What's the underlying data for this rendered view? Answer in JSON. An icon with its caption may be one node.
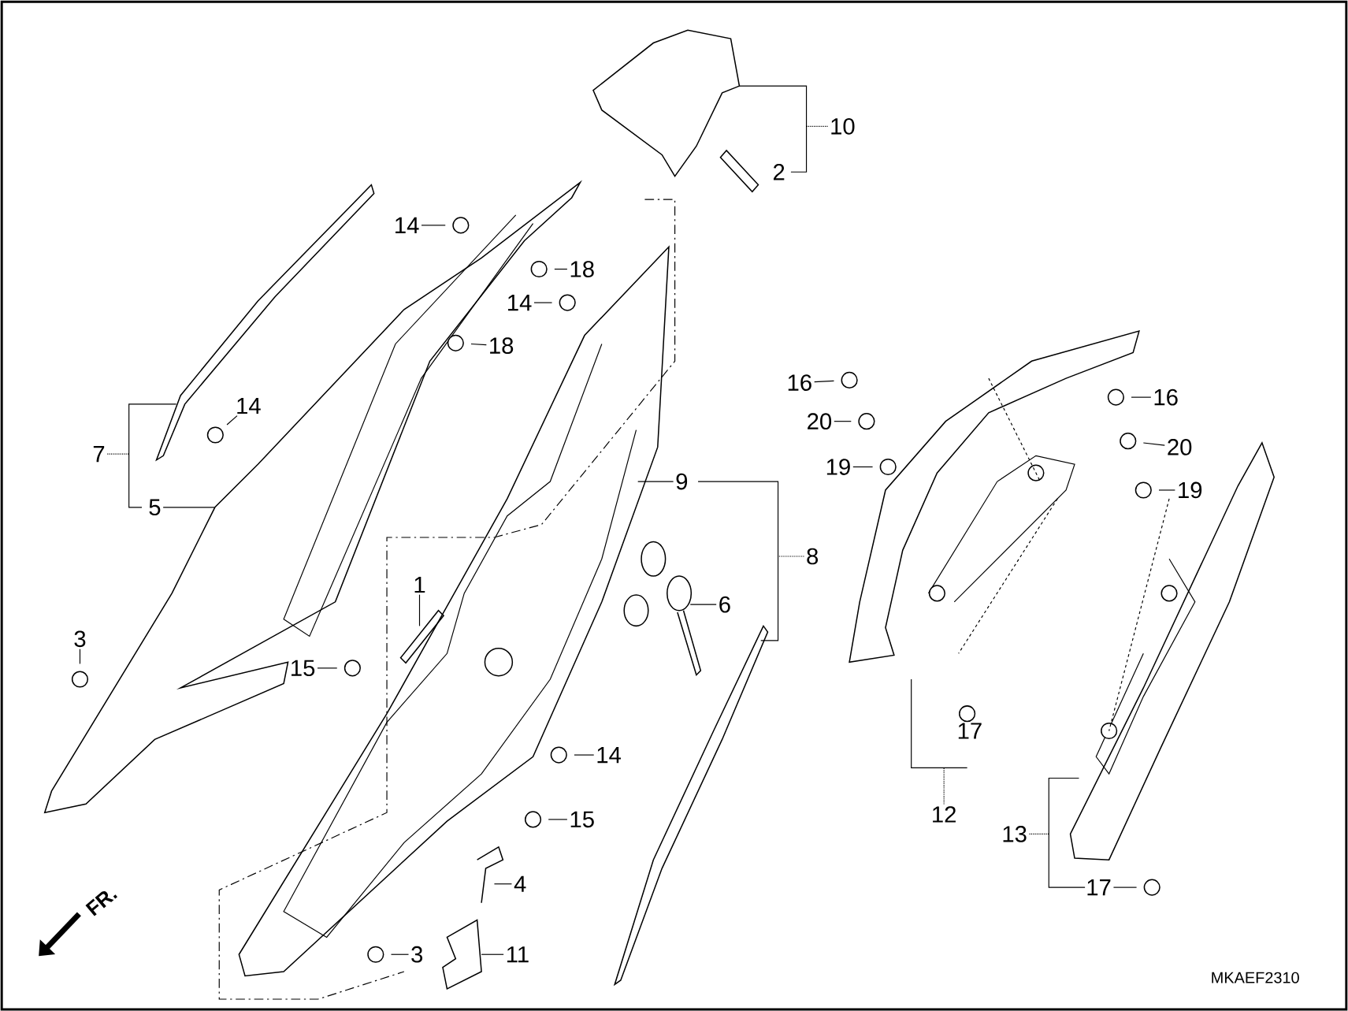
{
  "diagram": {
    "nodes": [
      {
        "text": [
          "10"
        ]
      },
      {
        "text": [
          "2"
        ]
      },
      {
        "text": [
          "14"
        ]
      },
      {
        "text": [
          "18"
        ]
      },
      {
        "text": [
          "14"
        ]
      },
      {
        "text": [
          "18"
        ]
      },
      {
        "text": [
          "16"
        ]
      },
      {
        "text": [
          "16"
        ]
      },
      {
        "text": [
          "14"
        ]
      },
      {
        "text": [
          "20"
        ]
      },
      {
        "text": [
          "20"
        ]
      },
      {
        "text": [
          "7"
        ]
      },
      {
        "text": [
          "19"
        ]
      },
      {
        "text": [
          "9"
        ]
      },
      {
        "text": [
          "19"
        ]
      },
      {
        "text": [
          "5"
        ]
      },
      {
        "text": [
          "8"
        ]
      },
      {
        "text": [
          "1"
        ]
      },
      {
        "text": [
          "6"
        ]
      },
      {
        "text": [
          "3"
        ]
      },
      {
        "text": [
          "15"
        ]
      },
      {
        "text": [
          "17"
        ]
      },
      {
        "text": [
          "14"
        ]
      },
      {
        "text": [
          "12"
        ]
      },
      {
        "text": [
          "15"
        ]
      },
      {
        "text": [
          "13"
        ]
      },
      {
        "text": [
          "4"
        ]
      },
      {
        "text": [
          "17"
        ]
      },
      {
        "text": [
          "3"
        ]
      },
      {
        "text": [
          "11"
        ]
      }
    ],
    "edges": [
      {
        "from": 2,
        "to": null,
        "arrow": "none"
      },
      {
        "from": 3,
        "to": null,
        "arrow": "none"
      },
      {
        "from": 4,
        "to": null,
        "arrow": "none"
      },
      {
        "from": 5,
        "to": null,
        "arrow": "none"
      },
      {
        "from": 6,
        "to": null,
        "arrow": "none"
      },
      {
        "from": 7,
        "to": null,
        "arrow": "none"
      },
      {
        "from": 8,
        "to": null,
        "arrow": "none"
      },
      {
        "from": 9,
        "to": null,
        "arrow": "none"
      },
      {
        "from": 10,
        "to": null,
        "arrow": "none"
      },
      {
        "from": 12,
        "to": null,
        "arrow": "none"
      },
      {
        "from": 13,
        "to": null,
        "arrow": "none"
      },
      {
        "from": 14,
        "to": null,
        "arrow": "none"
      },
      {
        "from": 15,
        "to": null,
        "arrow": "none"
      },
      {
        "from": 17,
        "to": null,
        "arrow": "none"
      },
      {
        "from": 18,
        "to": null,
        "arrow": "none"
      },
      {
        "from": 19,
        "to": null,
        "arrow": "none"
      },
      {
        "from": 20,
        "to": null,
        "arrow": "none"
      },
      {
        "from": 22,
        "to": null,
        "arrow": "none"
      },
      {
        "from": 24,
        "to": null,
        "arrow": "none"
      },
      {
        "from": 26,
        "to": null,
        "arrow": "none"
      },
      {
        "from": 27,
        "to": null,
        "arrow": "none"
      },
      {
        "from": 28,
        "to": null,
        "arrow": "none"
      },
      {
        "from": 29,
        "to": null,
        "arrow": "none"
      }
    ],
    "labels": [
      "FR.",
      "MKAEF2310"
    ]
  }
}
